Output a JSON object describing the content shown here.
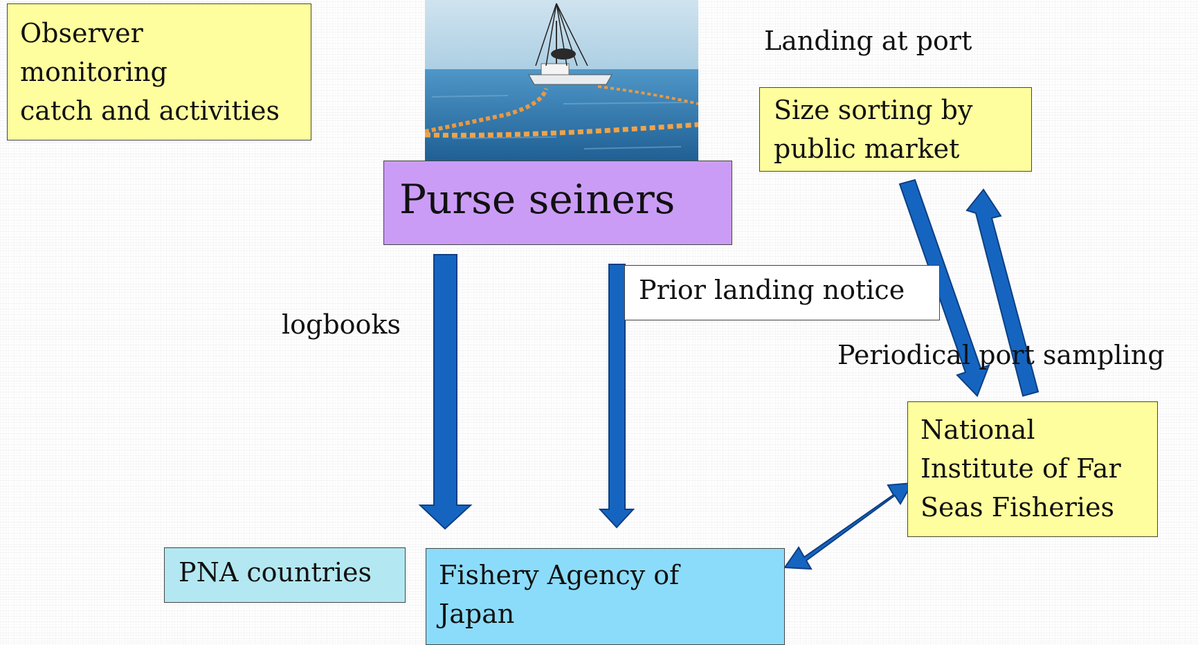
{
  "observer_box": "Observer\nmonitoring\ncatch and activities",
  "purse_seiners": "Purse seiners",
  "landing_label": "Landing at port",
  "size_sorting_box": "Size sorting by\npublic market",
  "logbooks_label": "logbooks",
  "prior_notice_box": "Prior landing notice",
  "port_sampling_label": "Periodical port sampling",
  "nrifsf_box": "National\nInstitute of Far\nSeas Fisheries",
  "pna_box": "PNA countries",
  "fishery_agency_box": "Fishery Agency of\nJapan",
  "photo_icon": "purse-seine-vessel-photo",
  "colors": {
    "yellow_box": "#fefe9e",
    "purple_box": "#cb9cf6",
    "agency_box": "#8bdcfa",
    "pna_box": "#b3e8f2",
    "arrow": "#1565c0"
  }
}
